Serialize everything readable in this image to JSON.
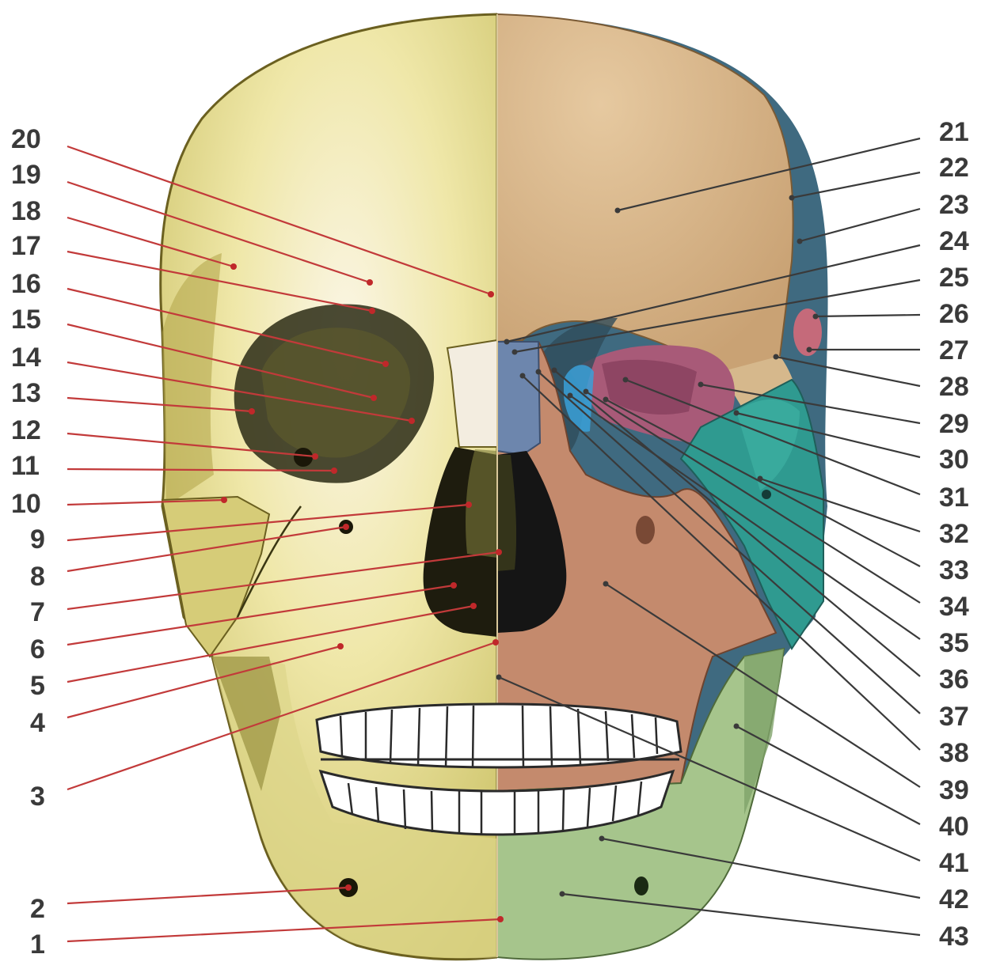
{
  "left_labels": [
    "20",
    "19",
    "18",
    "17",
    "16",
    "15",
    "14",
    "13",
    "12",
    "11",
    "10",
    "9",
    "8",
    "7",
    "6",
    "5",
    "4",
    "3",
    "2",
    "1"
  ],
  "right_labels": [
    "21",
    "22",
    "23",
    "24",
    "25",
    "26",
    "27",
    "28",
    "29",
    "30",
    "31",
    "32",
    "33",
    "34",
    "35",
    "36",
    "37",
    "38",
    "39",
    "40",
    "41",
    "42",
    "43"
  ],
  "colors": {
    "left_half_bone": "#e8e29a",
    "frontal": "#d9b88a",
    "parietal": "#3f6a80",
    "nasal": "#6d86ad",
    "maxilla": "#c48a6d",
    "zygomatic": "#2f9a90",
    "sphenoid": "#a85a78",
    "mandible": "#a6c58c",
    "leader_left": "#c23a3a",
    "leader_right": "#3a3a3a"
  }
}
